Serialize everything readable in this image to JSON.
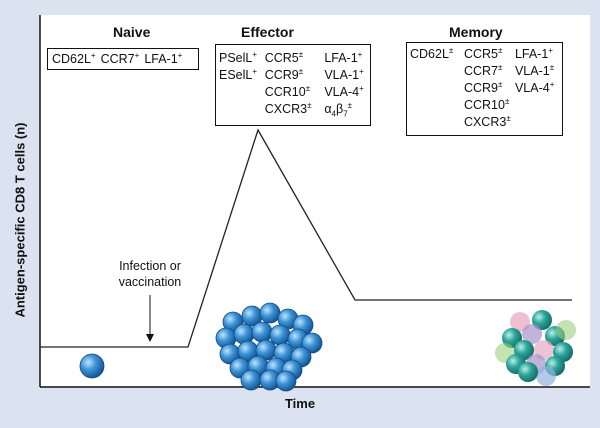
{
  "phases": {
    "naive": {
      "title": "Naive",
      "markers": [
        {
          "name": "CD62L",
          "sign": "+"
        },
        {
          "name": "CCR7",
          "sign": "+"
        },
        {
          "name": "LFA-1",
          "sign": "+"
        }
      ]
    },
    "effector": {
      "title": "Effector",
      "col1": [
        {
          "name": "PSelL",
          "sign": "+"
        },
        {
          "name": "ESelL",
          "sign": "+"
        }
      ],
      "col2": [
        {
          "name": "CCR5",
          "sign": "±"
        },
        {
          "name": "CCR9",
          "sign": "±"
        },
        {
          "name": "CCR10",
          "sign": "±"
        },
        {
          "name": "CXCR3",
          "sign": "±"
        }
      ],
      "col3": [
        {
          "name": "LFA-1",
          "sign": "+"
        },
        {
          "name": "VLA-1",
          "sign": "+"
        },
        {
          "name": "VLA-4",
          "sign": "+"
        }
      ],
      "integrin": {
        "alpha": "α",
        "alpha_sub": "4",
        "beta": "β",
        "beta_sub": "7",
        "sign": "±"
      }
    },
    "memory": {
      "title": "Memory",
      "col1": [
        {
          "name": "CD62L",
          "sign": "±"
        }
      ],
      "col2": [
        {
          "name": "CCR5",
          "sign": "±"
        },
        {
          "name": "CCR7",
          "sign": "±"
        },
        {
          "name": "CCR9",
          "sign": "±"
        },
        {
          "name": "CCR10",
          "sign": "±"
        },
        {
          "name": "CXCR3",
          "sign": "±"
        }
      ],
      "col3": [
        {
          "name": "LFA-1",
          "sign": "+"
        },
        {
          "name": "VLA-1",
          "sign": "±"
        },
        {
          "name": "VLA-4",
          "sign": "+"
        }
      ]
    }
  },
  "annotation": {
    "line1": "Infection or",
    "line2": "vaccination"
  },
  "axes": {
    "y_label": "Antigen-specific CD8 T cells (n)",
    "x_label": "Time"
  },
  "colors": {
    "naive_cell": "#2f86c8",
    "effector_cell": "#3b8fd0",
    "memory_teal": "#2fa59b",
    "memory_pink": "#e7a9c4",
    "memory_purple": "#a991c9",
    "memory_green": "#9ccf7e",
    "memory_blue": "#8fb4de",
    "line": "#222222",
    "panel_bg": "#dbe2f0"
  }
}
